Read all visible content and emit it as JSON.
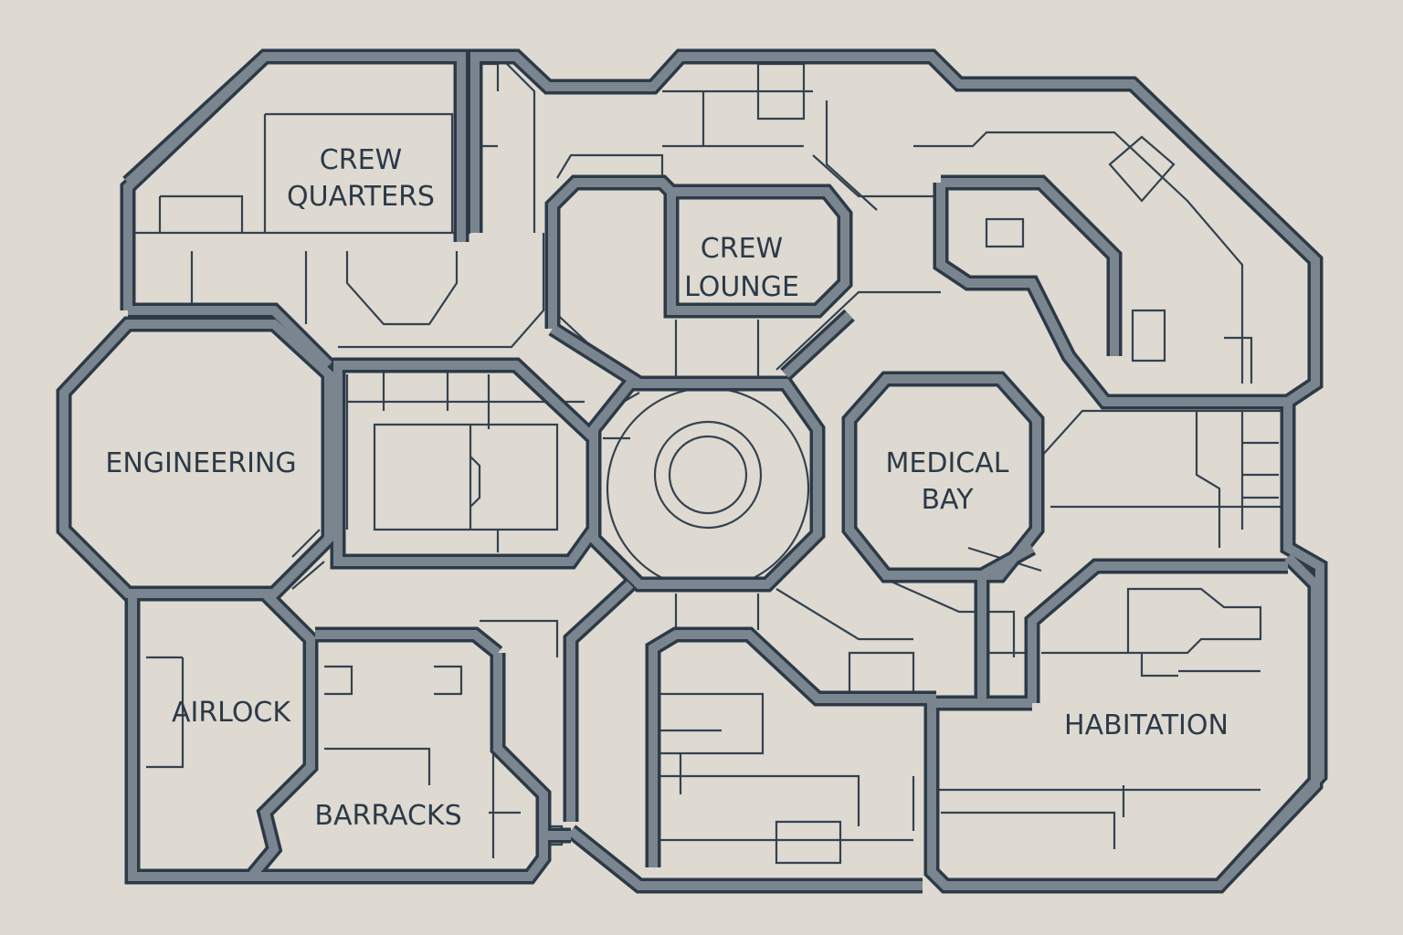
{
  "map": {
    "colors": {
      "background": "#dedad1",
      "wall_fill": "#7a858f",
      "wall_outline": "#2c3a48",
      "line": "#34424f"
    },
    "rooms": [
      {
        "id": "crew-quarters",
        "lines": [
          "CREW",
          "QUARTERS"
        ]
      },
      {
        "id": "crew-lounge",
        "lines": [
          "CREW",
          "LOUNGE"
        ]
      },
      {
        "id": "engineering",
        "lines": [
          "ENGINEERING"
        ]
      },
      {
        "id": "medical-bay",
        "lines": [
          "MEDICAL",
          "BAY"
        ]
      },
      {
        "id": "airlock",
        "lines": [
          "AIRLOCK"
        ]
      },
      {
        "id": "barracks",
        "lines": [
          "BARRACKS"
        ]
      },
      {
        "id": "habitation",
        "lines": [
          "HABITATION"
        ]
      }
    ]
  }
}
